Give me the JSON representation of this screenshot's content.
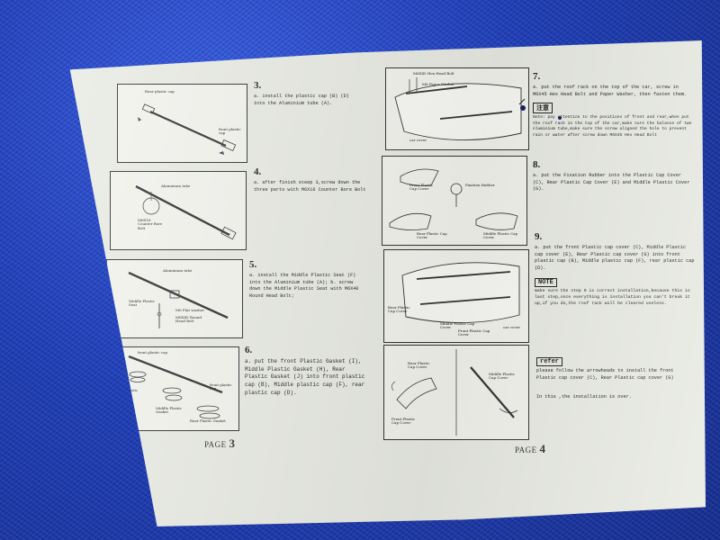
{
  "left_page": {
    "panels": [
      {
        "labels": [
          "Rear plastic cap",
          "front plastic cap"
        ]
      },
      {
        "labels": [
          "Aluminium tube",
          "M6X16 Counter Bore Bolt"
        ]
      },
      {
        "labels": [
          "Aluminium tube",
          "Middle Plastic Seat",
          "M6 Flat washer",
          "M6X40 Round Head Bolt"
        ]
      },
      {
        "labels": [
          "front plastic cap",
          "Front Plastic Gasket",
          "Middle Plastic Gasket",
          "front plastic cap",
          "Rear Plastic Gasket"
        ]
      }
    ],
    "steps": [
      {
        "num": "3.",
        "text": "a. install the plastic cap (B) (D) into the Aluminium tube (A)."
      },
      {
        "num": "4.",
        "text": "a. after finish steep 3,screw down the three parts with M6X16 Counter Bore Bolt"
      },
      {
        "num": "5.",
        "text": "a. install the Middle Plastic Seat (F) into the Aluminium tube (A); b. screw down the Middle Plastic Seat with M6X40 Round Head Bolt;"
      },
      {
        "num": "6.",
        "text": "a. put the front Plastic Gasket (I), Middle Plastic Gasket (H), Rear Plastic Gasket (J) into front plastic cap (B), Middle plastic cap (F), rear plastic cap (D)."
      }
    ],
    "page_label": "PAGE",
    "page_num": "3"
  },
  "right_page": {
    "panels": [
      {
        "labels": [
          "M6X45 Hex Head Bolt",
          "M6 Paper Washer",
          "car cover"
        ]
      },
      {
        "labels": [
          "Front Plastic Cap Cover",
          "Fixation Rubber",
          "Middle Plastic Cap Cover",
          "Rear Plastic Cap Cover"
        ]
      },
      {
        "labels": [
          "Rear Plastic Cap Cover",
          "Middle Plastic Cap Cover",
          "Front Plastic Cap Cover",
          "car cover"
        ]
      },
      {
        "labels": [
          "Rear Plastic Cap Cover",
          "Front Plastic Cap Cover",
          "Middle Plastic Cap Cover"
        ]
      }
    ],
    "steps": [
      {
        "num": "7.",
        "text": "a. put the roof rack on the top of the car, screw in M6X45 Hex Head Bolt and Paper Washer, then fasten them."
      },
      {
        "num": "8.",
        "text": "a. put the Fixation Rubber into the Plastic Cap Cover (C), Rear Plastic Cap Cover (E) and Middle Plastic Cover (G)."
      },
      {
        "num": "9.",
        "text": "a. put the front Plastic cap cover (C), Middle Plastic cap cover (E), Rear Plastic cap cover (G) into front plastic cap (B), Middle plastic cap (F), rear plastic cap (D)."
      }
    ],
    "notice_title": "注意",
    "notice_text": "Note: pay attention to the positions of front and rear,when put the roof rack in the top of the car,make sure the balance of two Aluminium tube,make sure the screw aligned the hole to prevent rain or water after screw down M6X45 Hex Head Bolt",
    "note_badge": "NOTE",
    "note_text": "make sure the step 9 is correct installation,because this is last step,once everything is installation you can't break it up,if you do,the roof rack will be cleared useless.",
    "refer_badge": "refer",
    "refer_text": "please follow the arrowheads to install the front Plastic cap cover (C), Rear Plastic cap cover (G)",
    "end_text": "In this ,the installation is over.",
    "page_label": "PAGE",
    "page_num": "4"
  }
}
